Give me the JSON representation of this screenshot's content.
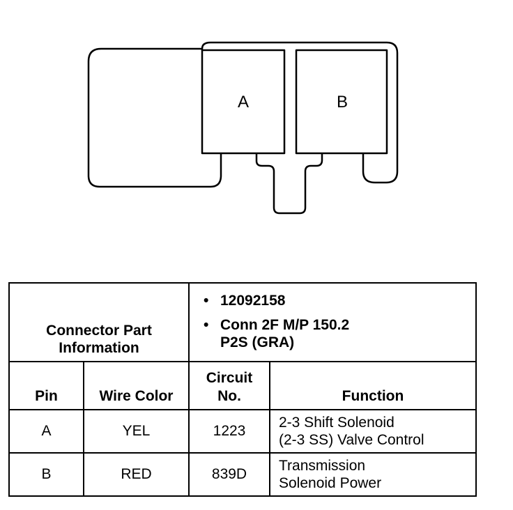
{
  "diagram": {
    "cavities": [
      {
        "label": "A"
      },
      {
        "label": "B"
      }
    ]
  },
  "connector_info": {
    "title": "Connector Part\nInformation",
    "items": [
      "12092158",
      "Conn 2F M/P 150.2\nP2S (GRA)"
    ]
  },
  "table": {
    "headers": {
      "pin": "Pin",
      "wire_color": "Wire Color",
      "circuit_no": "Circuit\nNo.",
      "function": "Function"
    },
    "rows": [
      {
        "pin": "A",
        "wire_color": "YEL",
        "circuit_no": "1223",
        "function": "2-3 Shift Solenoid\n(2-3 SS) Valve Control"
      },
      {
        "pin": "B",
        "wire_color": "RED",
        "circuit_no": "839D",
        "function": "Transmission\nSolenoid Power"
      }
    ]
  }
}
